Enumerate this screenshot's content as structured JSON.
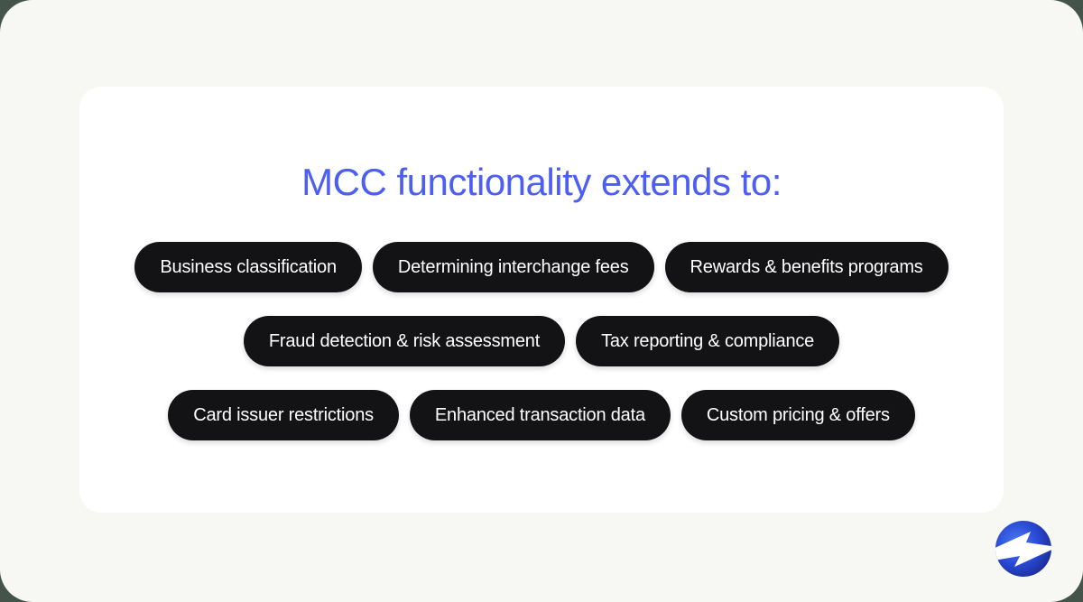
{
  "page": {
    "background_color": "#f7f7f4",
    "corner_background_color": "#44544a"
  },
  "card": {
    "background_color": "#ffffff",
    "title": "MCC functionality extends to:",
    "title_color": "#4d5ef2"
  },
  "pills": {
    "background_color": "#131316",
    "text_color": "#ffffff",
    "rows": [
      [
        "Business classification",
        "Determining interchange fees",
        "Rewards & benefits programs"
      ],
      [
        "Fraud detection & risk assessment",
        "Tax reporting & compliance"
      ],
      [
        "Card issuer restrictions",
        "Enhanced transaction data",
        "Custom pricing & offers"
      ]
    ]
  },
  "logo": {
    "icon": "flash-orb-logo",
    "orb_gradient": [
      "#4e7df2",
      "#2b4bd6",
      "#15217f"
    ],
    "bolt_color": "#ffffff"
  }
}
